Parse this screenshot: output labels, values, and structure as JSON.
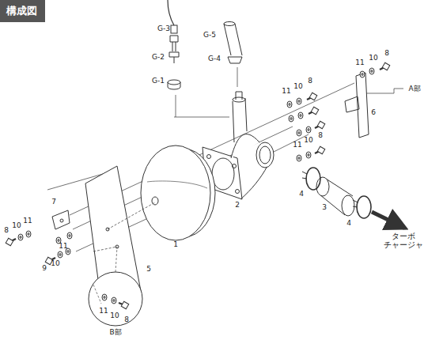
{
  "diagram": {
    "title": "構成図",
    "labels": [
      "G-3",
      "G-2",
      "G-1",
      "G-5",
      "G-4",
      "11",
      "10",
      "8",
      "A部",
      "11",
      "10",
      "8",
      "6",
      "11",
      "10",
      "8",
      "4",
      "3",
      "4",
      "ターボ チャージャ",
      "2",
      "1",
      "7",
      "8",
      "10",
      "11",
      "9",
      "10",
      "11",
      "5",
      "11",
      "10",
      "8",
      "B部"
    ]
  }
}
